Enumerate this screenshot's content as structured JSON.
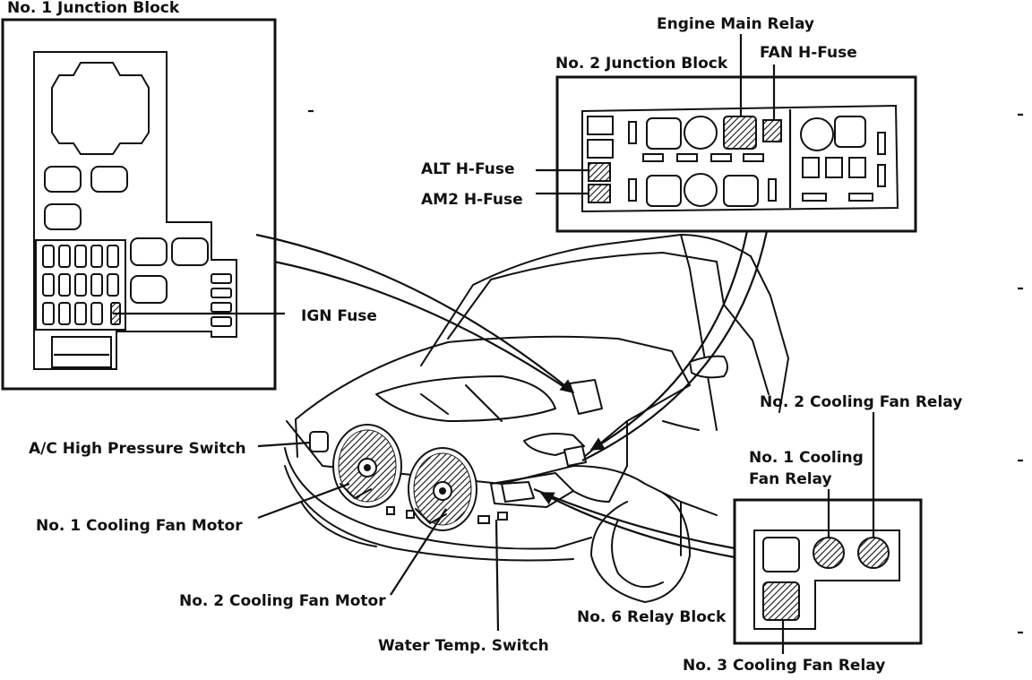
{
  "labels": {
    "junction_block_1": "No. 1 Junction Block",
    "engine_main_relay": "Engine Main Relay",
    "fan_h_fuse": "FAN H-Fuse",
    "junction_block_2": "No. 2 Junction Block",
    "alt_h_fuse": "ALT H-Fuse",
    "am2_h_fuse": "AM2 H-Fuse",
    "ign_fuse": "IGN Fuse",
    "cooling_fan_relay_2": "No. 2 Cooling Fan Relay",
    "cooling_fan_relay_1_line1": "No. 1 Cooling",
    "cooling_fan_relay_1_line2": "Fan Relay",
    "ac_high_pressure_switch": "A/C High Pressure Switch",
    "cooling_fan_motor_1": "No. 1 Cooling Fan Motor",
    "cooling_fan_motor_2": "No. 2 Cooling Fan Motor",
    "relay_block_6": "No. 6 Relay Block",
    "water_temp_switch": "Water Temp. Switch",
    "cooling_fan_relay_3": "No. 3 Cooling Fan Relay"
  },
  "colors": {
    "ink": "#111111",
    "paper": "#ffffff"
  }
}
